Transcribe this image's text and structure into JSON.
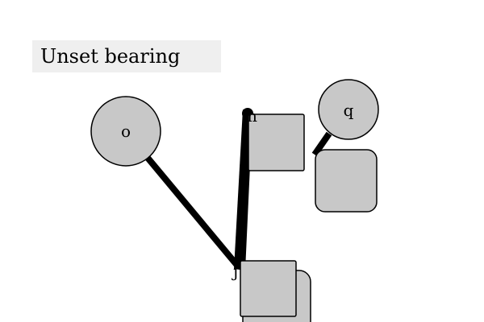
{
  "controls": {
    "bearing_button_label": "Unset bearing"
  },
  "diagram": {
    "nodes": [
      {
        "id": "o",
        "label": "o",
        "shape": "circle"
      },
      {
        "id": "q",
        "label": "q",
        "shape": "circle"
      },
      {
        "id": "m",
        "label": "m",
        "shape": "square"
      },
      {
        "id": "r",
        "label": "",
        "shape": "rounded-square"
      },
      {
        "id": "j",
        "label": "j",
        "shape": "square"
      },
      {
        "id": "j-shadow",
        "label": "",
        "shape": "rounded-square"
      }
    ],
    "edges": [
      {
        "from": "o",
        "to": "j"
      },
      {
        "from": "m",
        "to": "j"
      },
      {
        "from": "q",
        "to": "r"
      }
    ],
    "colors": {
      "node_fill": "#c8c8c8",
      "node_stroke": "#000000",
      "edge": "#000000",
      "button_bg": "#efefef"
    }
  }
}
